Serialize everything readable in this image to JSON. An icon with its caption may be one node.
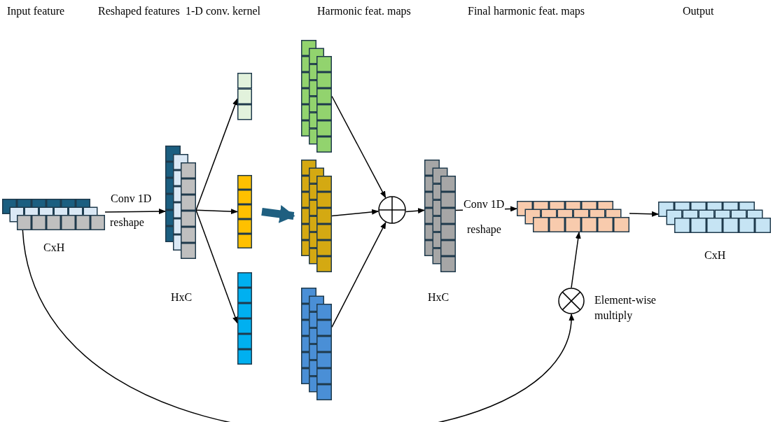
{
  "diagram": {
    "nodes": [
      {
        "text": [],
        "shape": "box",
        "beside": [
          "CxH"
        ]
      },
      {
        "text": [],
        "shape": "box",
        "beside": [
          "HxC"
        ]
      },
      {
        "text": [],
        "shape": "bar"
      },
      {
        "text": [],
        "shape": "bar"
      },
      {
        "text": [],
        "shape": "bar"
      },
      {
        "text": [],
        "shape": "box"
      },
      {
        "text": [],
        "shape": "box"
      },
      {
        "text": [],
        "shape": "box"
      },
      {
        "text": [],
        "shape": "circle"
      },
      {
        "text": [],
        "shape": "box",
        "beside": [
          "HxC"
        ]
      },
      {
        "text": [],
        "shape": "box"
      },
      {
        "text": [],
        "shape": "circle",
        "beside": [
          "Element-wise multiply"
        ]
      },
      {
        "text": [],
        "shape": "box",
        "beside": [
          "CxH"
        ]
      }
    ],
    "edges": [
      {
        "from": 0,
        "to": 1,
        "arrow": "to",
        "label": "Conv 1D"
      },
      {
        "from": 1,
        "to": 2,
        "arrow": "to"
      },
      {
        "from": 1,
        "to": 3,
        "arrow": "to"
      },
      {
        "from": 1,
        "to": 4,
        "arrow": "to"
      },
      {
        "from": 3,
        "to": 6,
        "arrow": "to",
        "style": "thick",
        "color": "#1f5f80"
      },
      {
        "from": 5,
        "to": 8,
        "arrow": "to"
      },
      {
        "from": 6,
        "to": 8,
        "arrow": "to"
      },
      {
        "from": 7,
        "to": 8,
        "arrow": "to"
      },
      {
        "from": 8,
        "to": 9,
        "arrow": "to"
      },
      {
        "from": 9,
        "to": 10,
        "arrow": "to",
        "label": "Conv 1D"
      },
      {
        "from": 10,
        "to": 12,
        "arrow": "to"
      },
      {
        "from": 11,
        "to": 10,
        "arrow": "to"
      },
      {
        "from": 0,
        "to": 11,
        "arrow": "to"
      }
    ],
    "labels": [
      "Input feature",
      "Reshaped features",
      "1-D conv. kernel",
      "Harmonic feat. maps",
      "Final harmonic feat. maps",
      "Output",
      "reshape",
      "reshape"
    ]
  }
}
